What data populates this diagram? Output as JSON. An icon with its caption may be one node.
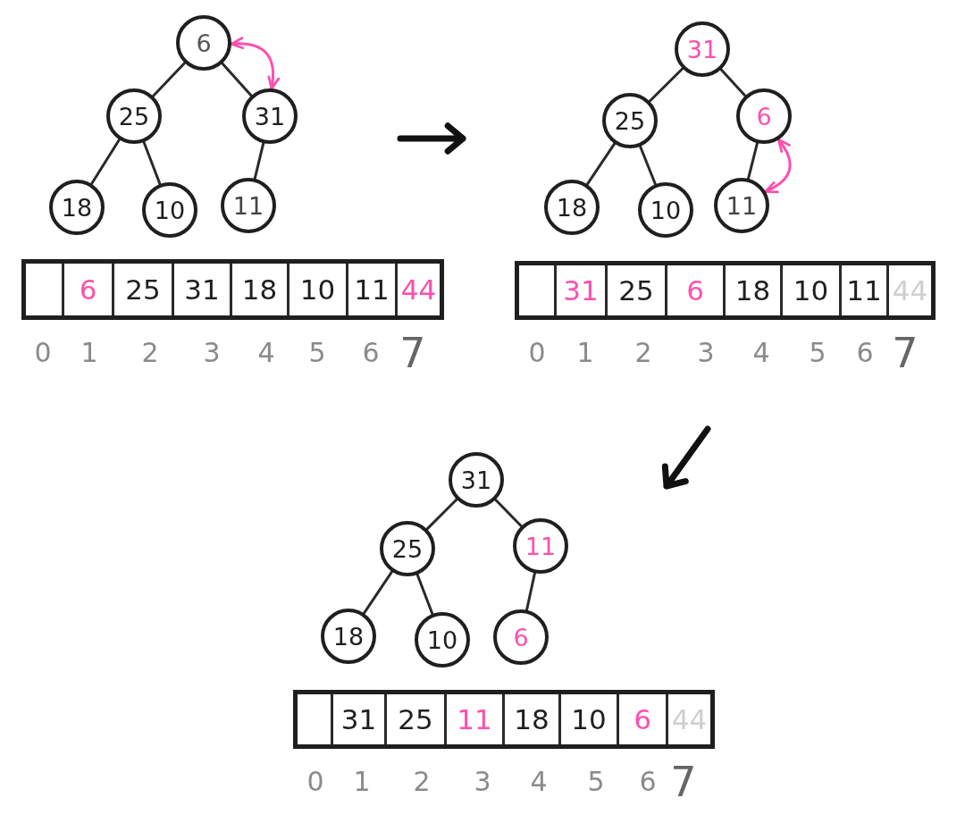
{
  "diagram": {
    "nodes": [
      {
        "text": [
          "6"
        ]
      },
      {
        "text": [
          "25"
        ]
      },
      {
        "text": [
          "31"
        ]
      },
      {
        "text": [
          "18"
        ]
      },
      {
        "text": [
          "10"
        ]
      },
      {
        "text": [
          "11"
        ]
      },
      {
        "text": [
          "31"
        ]
      },
      {
        "text": [
          "25"
        ]
      },
      {
        "text": [
          "6"
        ]
      },
      {
        "text": [
          "18"
        ]
      },
      {
        "text": [
          "10"
        ]
      },
      {
        "text": [
          "11"
        ]
      },
      {
        "text": [
          "31"
        ]
      },
      {
        "text": [
          "25"
        ]
      },
      {
        "text": [
          "11"
        ]
      },
      {
        "text": [
          "18"
        ]
      },
      {
        "text": [
          "10"
        ]
      },
      {
        "text": [
          "6"
        ]
      }
    ],
    "edges": [
      {
        "from": 0,
        "to": 1,
        "arrow": "none"
      },
      {
        "from": 0,
        "to": 2,
        "arrow": "none"
      },
      {
        "from": 1,
        "to": 3,
        "arrow": "none"
      },
      {
        "from": 1,
        "to": 4,
        "arrow": "none"
      },
      {
        "from": 2,
        "to": 5,
        "arrow": "none"
      },
      {
        "from": 0,
        "to": 2,
        "arrow": "both",
        "color": "#ff4fae"
      },
      {
        "from": 6,
        "to": 7,
        "arrow": "none"
      },
      {
        "from": 6,
        "to": 8,
        "arrow": "none"
      },
      {
        "from": 7,
        "to": 9,
        "arrow": "none"
      },
      {
        "from": 7,
        "to": 10,
        "arrow": "none"
      },
      {
        "from": 8,
        "to": 11,
        "arrow": "none"
      },
      {
        "from": 8,
        "to": 11,
        "arrow": "both",
        "color": "#ff4fae"
      },
      {
        "from": 12,
        "to": 13,
        "arrow": "none"
      },
      {
        "from": 12,
        "to": 14,
        "arrow": "none"
      },
      {
        "from": 13,
        "to": 15,
        "arrow": "none"
      },
      {
        "from": 13,
        "to": 16,
        "arrow": "none"
      },
      {
        "from": 14,
        "to": 17,
        "arrow": "none"
      }
    ],
    "labels": [
      "6",
      "25",
      "31",
      "18",
      "10",
      "11",
      "44",
      "0",
      "1",
      "2",
      "3",
      "4",
      "5",
      "6",
      "7",
      "31",
      "25",
      "6",
      "18",
      "10",
      "11",
      "44",
      "0",
      "1",
      "2",
      "3",
      "4",
      "5",
      "6",
      "7",
      "31",
      "25",
      "11",
      "18",
      "10",
      "6",
      "44",
      "0",
      "1",
      "2",
      "3",
      "4",
      "5",
      "6",
      "7"
    ]
  }
}
